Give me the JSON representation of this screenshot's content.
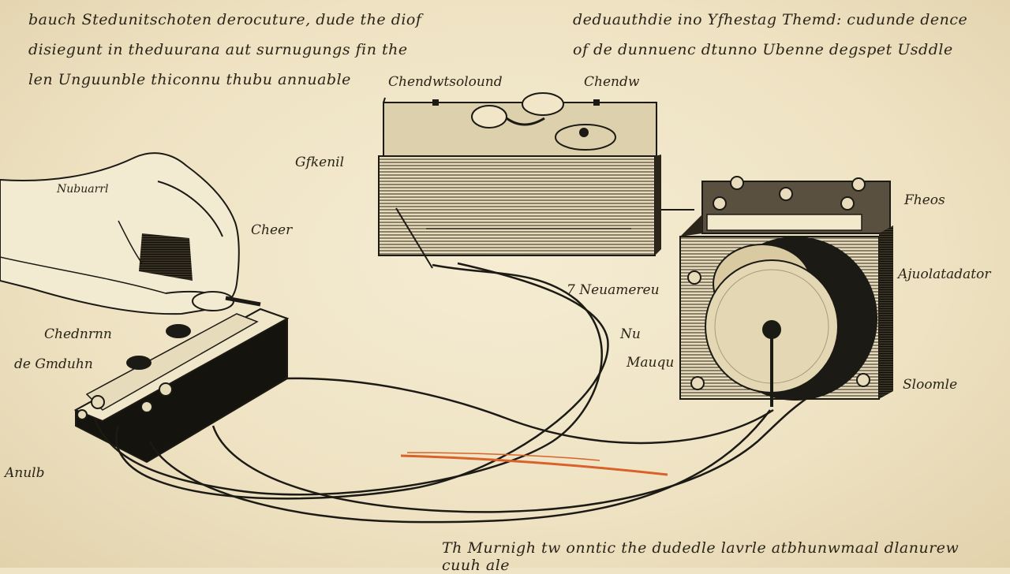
{
  "header_left_lines": [
    "bauch Stedunitschoten derocuture, dude the diof",
    "disiegunt in theduurana aut surnugungs fin the",
    "len Unguunble thiconnu thubu annuable"
  ],
  "header_right_lines": [
    "deduauthdie ino Yfhestag Themd: cudunde dence",
    "of de dunnuenc dtunno Ubenne degspet Usddle"
  ],
  "footer_text": "Th Murnigh tw onntic the dudedle lavrle atbhunwmaal dlanurew cuuh ale",
  "labels": {
    "top_box_label": "Chendwtsolound",
    "top_right_label": "Chendw",
    "left_box_label": "Gfkenil",
    "hand_label": "Cheer",
    "key_label_1": "Chednrnn",
    "key_label_2": "de Gmduhn",
    "bottom_left_label": "Anulb",
    "wire_label": "7 Neuamereu",
    "mid_label_1": "Nu",
    "mid_label_2": "Mauqu",
    "right_label_1": "Fheos",
    "right_label_2": "Ajuolatadator",
    "right_label_3": "Sloomle",
    "hand_writing": "Nubuarrl"
  },
  "colors": {
    "paper": "#efe4c6",
    "ink": "#1c1a14",
    "accent_wire": "#d9622b"
  }
}
